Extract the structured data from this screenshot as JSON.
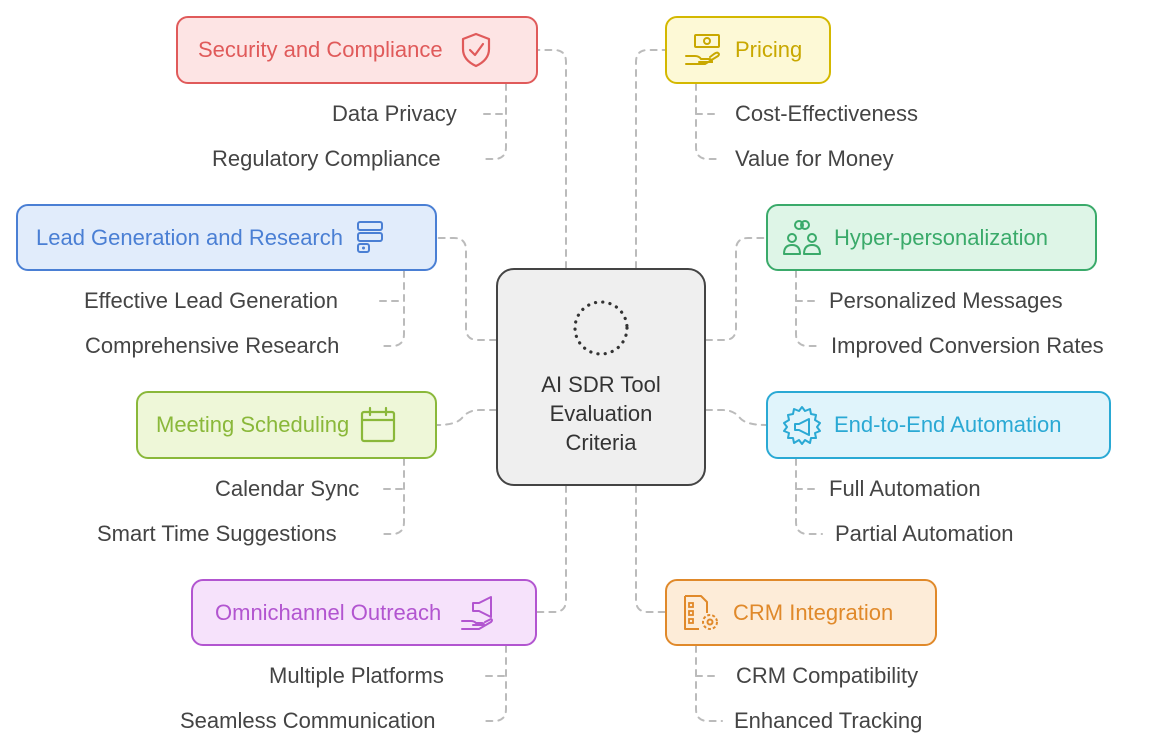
{
  "center": {
    "title_lines": [
      "AI SDR Tool",
      "Evaluation",
      "Criteria"
    ],
    "icon": "dotted-circle-icon"
  },
  "colors": {
    "red": "#e05a5a",
    "yellow": "#d4b800",
    "blue": "#4a7fd4",
    "green": "#3aaa6a",
    "lime": "#8ab83a",
    "cyan": "#2aa9d4",
    "purple": "#b255d0",
    "orange": "#e0892a",
    "connector": "#bbbbbb"
  },
  "nodes": {
    "security": {
      "label": "Security and Compliance",
      "icon": "shield-icon",
      "items": [
        "Data Privacy",
        "Regulatory Compliance"
      ]
    },
    "pricing": {
      "label": "Pricing",
      "icon": "money-hand-icon",
      "items": [
        "Cost-Effectiveness",
        "Value for Money"
      ]
    },
    "lead": {
      "label": "Lead Generation and Research",
      "icon": "database-stack-icon",
      "items": [
        "Effective Lead Generation",
        "Comprehensive Research"
      ]
    },
    "hyper": {
      "label": "Hyper-personalization",
      "icon": "people-link-icon",
      "items": [
        "Personalized Messages",
        "Improved Conversion Rates"
      ]
    },
    "meeting": {
      "label": "Meeting Scheduling",
      "icon": "calendar-icon",
      "items": [
        "Calendar Sync",
        "Smart Time Suggestions"
      ]
    },
    "automation": {
      "label": "End-to-End Automation",
      "icon": "gear-megaphone-icon",
      "items": [
        "Full Automation",
        "Partial Automation"
      ]
    },
    "omni": {
      "label": "Omnichannel Outreach",
      "icon": "megaphone-hand-icon",
      "items": [
        "Multiple Platforms",
        "Seamless Communication"
      ]
    },
    "crm": {
      "label": "CRM Integration",
      "icon": "document-gear-icon",
      "items": [
        "CRM Compatibility",
        "Enhanced Tracking"
      ]
    }
  }
}
